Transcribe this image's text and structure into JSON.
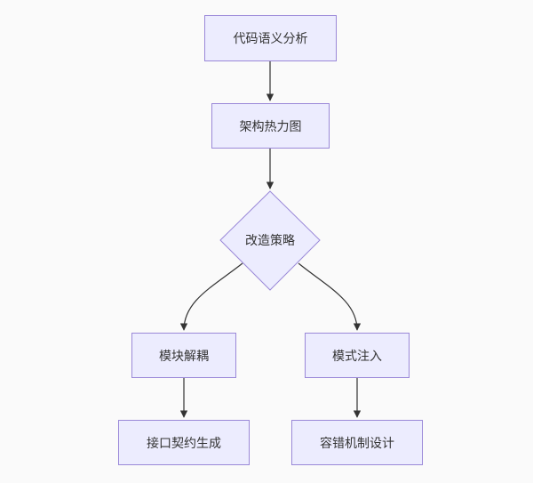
{
  "diagram": {
    "type": "flowchart",
    "nodes": {
      "semantic": "代码语义分析",
      "heatmap": "架构热力图",
      "strategy": "改造策略",
      "decouple": "模块解耦",
      "contract": "接口契约生成",
      "inject": "模式注入",
      "errorDesign": "容错机制设计"
    },
    "edges": [
      [
        "代码语义分析",
        "架构热力图"
      ],
      [
        "架构热力图",
        "改造策略"
      ],
      [
        "改造策略",
        "模块解耦"
      ],
      [
        "改造策略",
        "模式注入"
      ],
      [
        "模块解耦",
        "接口契约生成"
      ],
      [
        "模式注入",
        "容错机制设计"
      ]
    ],
    "colors": {
      "node_fill": "#ececfe",
      "node_border": "#9a88d8",
      "edge": "#333333",
      "background": "#fafafa"
    }
  }
}
